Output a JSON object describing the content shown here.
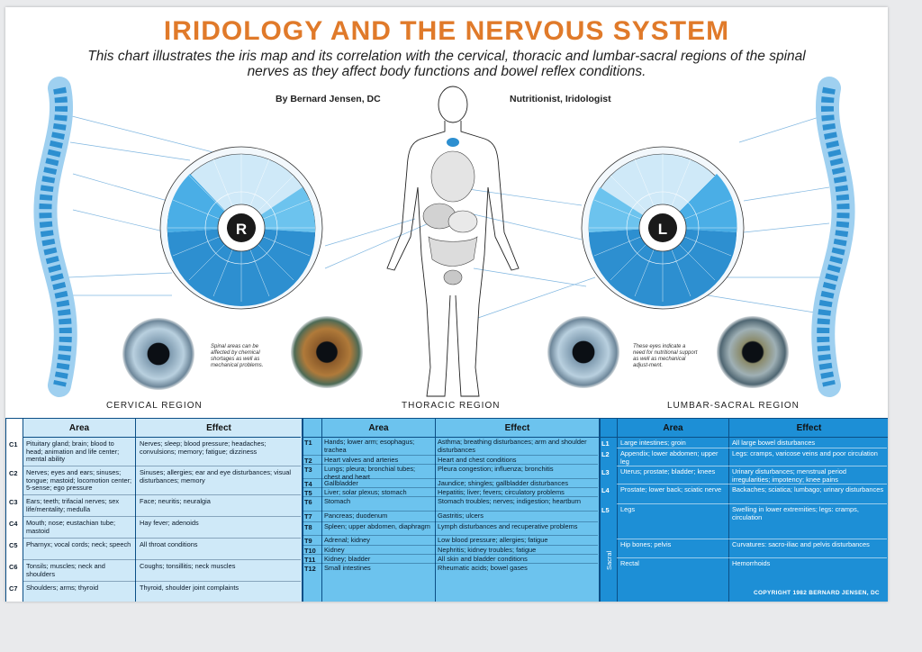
{
  "title": "IRIDOLOGY AND THE NERVOUS SYSTEM",
  "subtitle": "This chart illustrates the iris map and its correlation with the cervical, thoracic and lumbar-sacral regions of the spinal nerves as they affect body functions and bowel reflex conditions.",
  "byline_left": "By Bernard Jensen, DC",
  "byline_right": "Nutritionist, Iridologist",
  "iris_right_letter": "R",
  "iris_left_letter": "L",
  "note_spinal": "Spinal areas can be affected by chemical shortages as well as mechanical problems.",
  "note_eyes": "These eyes indicate a need for nutritional support as well as mechanical adjust-ment.",
  "regions": {
    "cervical": "CERVICAL REGION",
    "thoracic": "THORACIC REGION",
    "lumbar": "LUMBAR-SACRAL REGION"
  },
  "headers": {
    "area": "Area",
    "effect": "Effect"
  },
  "cervical_rows": [
    {
      "code": "C1",
      "area": "Pituitary gland; brain; blood to head; animation and life center; mental ability",
      "effect": "Nerves; sleep; blood pressure; headaches; convulsions; memory; fatigue; dizziness"
    },
    {
      "code": "C2",
      "area": "Nerves; eyes and ears; sinuses; tongue; mastoid; locomotion center; 5-sense; ego pressure",
      "effect": "Sinuses; allergies; ear and eye disturbances; visual disturbances; memory"
    },
    {
      "code": "C3",
      "area": "Ears; teeth; trifacial nerves; sex life/mentality; medulla",
      "effect": "Face; neuritis; neuralgia"
    },
    {
      "code": "C4",
      "area": "Mouth; nose; eustachian tube; mastoid",
      "effect": "Hay fever; adenoids"
    },
    {
      "code": "C5",
      "area": "Pharnyx; vocal cords; neck; speech",
      "effect": "All throat conditions"
    },
    {
      "code": "C6",
      "area": "Tonsils; muscles; neck and shoulders",
      "effect": "Coughs; tonsillitis; neck muscles"
    },
    {
      "code": "C7",
      "area": "Shoulders; arms; thyroid",
      "effect": "Thyroid, shoulder joint complaints"
    }
  ],
  "thoracic_rows": [
    {
      "code": "T1",
      "area": "Hands; lower arm; esophagus; trachea",
      "effect": "Asthma; breathing disturbances; arm and shoulder disturbances"
    },
    {
      "code": "T2",
      "area": "Heart valves and arteries",
      "effect": "Heart and chest conditions"
    },
    {
      "code": "T3",
      "area": "Lungs; pleura; bronchial tubes; chest and heart",
      "effect": "Pleura congestion; influenza; bronchitis"
    },
    {
      "code": "T4",
      "area": "Gallbladder",
      "effect": "Jaundice; shingles; gallbladder disturbances"
    },
    {
      "code": "T5",
      "area": "Liver; solar plexus; stomach",
      "effect": "Hepatitis; liver; fevers; circulatory problems"
    },
    {
      "code": "T6",
      "area": "Stomach",
      "effect": "Stomach troubles; nerves; indigestion; heartburn"
    },
    {
      "code": "T7",
      "area": "Pancreas; duodenum",
      "effect": "Gastritis; ulcers"
    },
    {
      "code": "T8",
      "area": "Spleen; upper abdomen, diaphragm",
      "effect": "Lymph disturbances and recuperative problems"
    },
    {
      "code": "T9",
      "area": "Adrenal; kidney",
      "effect": "Low blood pressure; allergies; fatigue"
    },
    {
      "code": "T10",
      "area": "Kidney",
      "effect": "Nephritis; kidney troubles; fatigue"
    },
    {
      "code": "T11",
      "area": "Kidney; bladder",
      "effect": "All skin and bladder conditions"
    },
    {
      "code": "T12",
      "area": "Small intestines",
      "effect": "Rheumatic acids; bowel gases"
    }
  ],
  "lumbar_rows": [
    {
      "code": "L1",
      "area": "Large intestines; groin",
      "effect": "All large bowel disturbances"
    },
    {
      "code": "L2",
      "area": "Appendix; lower abdomen; upper leg",
      "effect": "Legs: cramps, varicose veins and poor circulation"
    },
    {
      "code": "L3",
      "area": "Uterus; prostate; bladder; knees",
      "effect": "Urinary disturbances; menstrual period irregularities; impotency; knee pains"
    },
    {
      "code": "L4",
      "area": "Prostate; lower back; sciatic nerve",
      "effect": "Backaches; sciatica; lumbago; urinary disturbances"
    },
    {
      "code": "L5",
      "area": "Legs",
      "effect": "Swelling in lower extremities; legs: cramps, circulation"
    },
    {
      "code": "",
      "area": "Hip bones; pelvis",
      "effect": "Curvatures: sacro-iliac and pelvis disturbances"
    },
    {
      "code": "",
      "area": "Rectal",
      "effect": "Hemorrhoids"
    }
  ],
  "sacral_label": "Sacral",
  "copyright": "COPYRIGHT 1982 BERNARD JENSEN, DC",
  "colors": {
    "title": "#e07a2a",
    "cervical_panel": "#cfe9f8",
    "thoracic_panel": "#6cc3ee",
    "lumbar_panel": "#1d8fd6",
    "spine": "#2d8fd0"
  },
  "icons": [
    "spine-left-illustration",
    "spine-right-illustration",
    "iris-chart-right",
    "iris-chart-left",
    "human-body-figure",
    "eye-photo"
  ]
}
